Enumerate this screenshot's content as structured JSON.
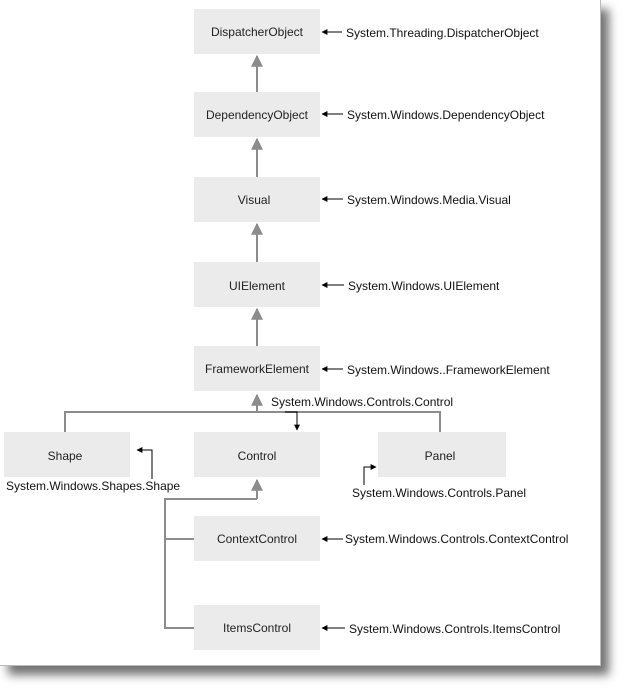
{
  "nodes": [
    {
      "key": "dispatcher",
      "label": "DispatcherObject",
      "namespace": "System.Threading.DispatcherObject"
    },
    {
      "key": "dependency",
      "label": "DependencyObject",
      "namespace": "System.Windows.DependencyObject"
    },
    {
      "key": "visual",
      "label": "Visual",
      "namespace": "System.Windows.Media.Visual"
    },
    {
      "key": "uielement",
      "label": "UIElement",
      "namespace": "System.Windows.UIElement"
    },
    {
      "key": "framework",
      "label": "FrameworkElement",
      "namespace": "System.Windows..FrameworkElement"
    },
    {
      "key": "shape",
      "label": "Shape",
      "namespace": "System.Windows.Shapes.Shape"
    },
    {
      "key": "control",
      "label": "Control",
      "namespace": "System.Windows.Controls.Control"
    },
    {
      "key": "panel",
      "label": "Panel",
      "namespace": "System.Windows.Controls.Panel"
    },
    {
      "key": "contextcontrol",
      "label": "ContextControl",
      "namespace": "System.Windows.Controls.ContextControl"
    },
    {
      "key": "itemscontrol",
      "label": "ItemsControl",
      "namespace": "System.Windows.Controls.ItemsControl"
    }
  ],
  "colors": {
    "node_fill": "#ebebeb",
    "connector": "#8c8c8c",
    "text": "#222222"
  }
}
